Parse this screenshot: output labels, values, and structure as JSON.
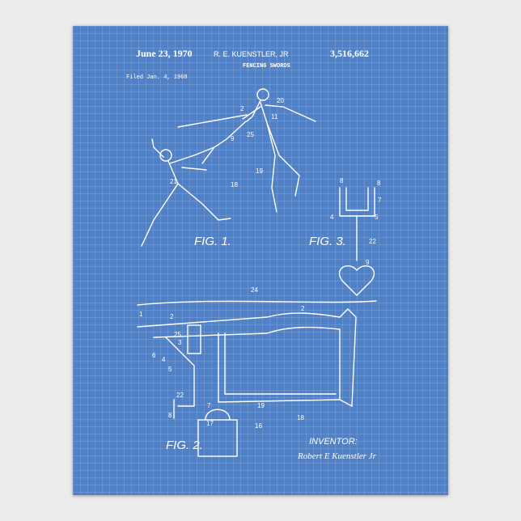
{
  "header": {
    "date": "June 23, 1970",
    "inventor_name": "R. E. KUENSTLER, JR",
    "patent_number": "3,516,662",
    "title": "FENCING SWORDS",
    "filed": "Filed Jan. 4, 1968"
  },
  "figures": {
    "fig1_label": "FIG. 1.",
    "fig2_label": "FIG. 2.",
    "fig3_label": "FIG. 3."
  },
  "reference_numerals": {
    "fig1": [
      "2",
      "20",
      "21",
      "18",
      "19",
      "9",
      "11",
      "25"
    ],
    "fig2": [
      "24",
      "1",
      "2",
      "25",
      "3",
      "6",
      "4",
      "5",
      "22",
      "7",
      "8",
      "17",
      "16",
      "19",
      "18",
      "2"
    ],
    "fig3": [
      "8",
      "8",
      "7",
      "4",
      "5",
      "22",
      "9"
    ]
  },
  "inventor": {
    "label": "INVENTOR:",
    "signature": "Robert E Kuenstler Jr"
  },
  "colors": {
    "blueprint": "#5080c6",
    "line": "#ffffff",
    "wall": "#ececec"
  }
}
